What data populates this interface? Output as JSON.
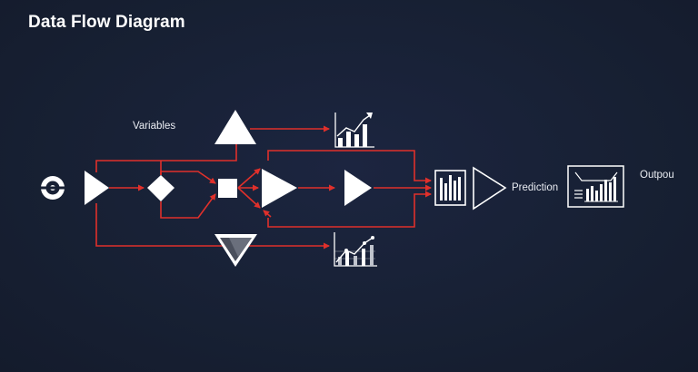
{
  "title": "Data Flow Diagram",
  "labels": {
    "variables": "Variables",
    "prediction": "Prediction",
    "output": "Outpou"
  },
  "colors": {
    "background": "#182034",
    "connector": "#e0302b",
    "node": "#ffffff",
    "text": "#e9ecf2"
  },
  "icons": [
    "source-node-icon",
    "input-triangle-icon",
    "decision-diamond-icon",
    "process-square-icon",
    "processing-triangle-icon",
    "top-triangle-icon",
    "inverted-triangle-icon",
    "relay-triangle-icon",
    "bar-chart-top-icon",
    "bar-chart-bottom-icon",
    "aggregate-bars-icon",
    "prediction-triangle-icon",
    "output-chart-icon"
  ]
}
